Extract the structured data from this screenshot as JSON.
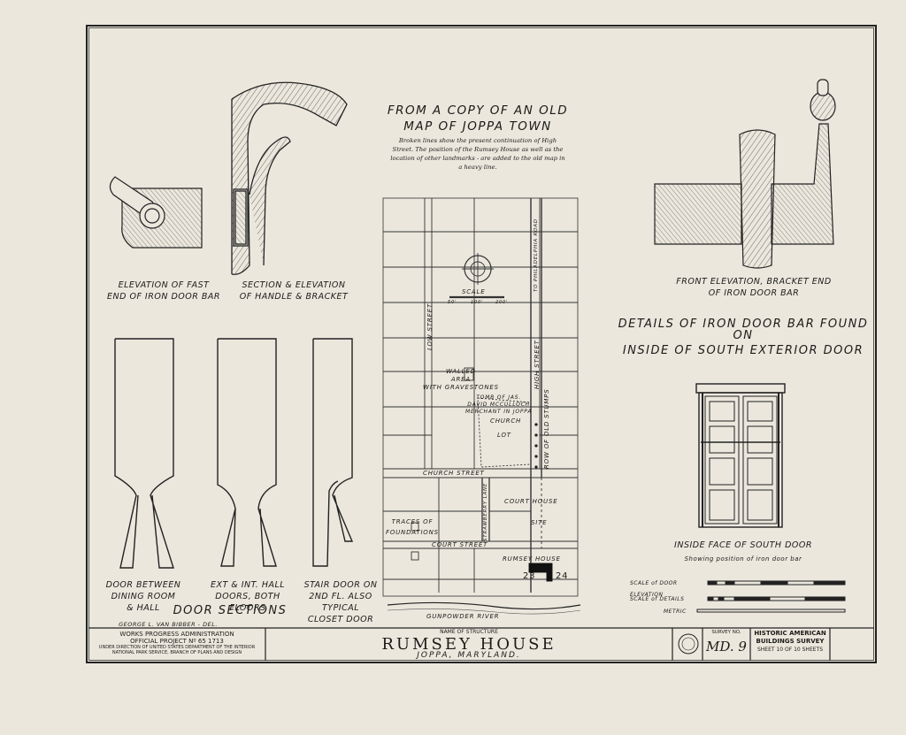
{
  "drawing": {
    "labels": {
      "fast_end": "ELEVATION OF FAST\nEND OF IRON DOOR BAR",
      "handle_bracket": "SECTION & ELEVATION\nOF HANDLE & BRACKET",
      "front_elev": "FRONT ELEVATION, BRACKET END\nOF IRON DOOR BAR",
      "details_title_1": "DETAILS OF IRON DOOR BAR FOUND ON",
      "details_title_2": "INSIDE OF SOUTH EXTERIOR DOOR",
      "door1": "DOOR BETWEEN\nDINING ROOM\n& HALL",
      "door2": "EXT & INT. HALL\nDOORS, BOTH\nFLOORS",
      "door3": "STAIR DOOR ON\n2ND FL. ALSO TYPICAL\nCLOSET DOOR",
      "door_sections": "DOOR SECTIONS",
      "delineator": "GEORGE L. VAN BIBBER - DEL.",
      "south_door": "INSIDE FACE OF SOUTH DOOR",
      "south_door_sub": "Showing position of iron door bar",
      "scale_door": "SCALE of DOOR ELEVATION",
      "scale_details": "SCALE of DETAILS",
      "metric": "METRIC"
    },
    "map": {
      "title": "FROM A COPY OF AN OLD\nMAP OF JOPPA TOWN",
      "note": "Broken lines show the present continuation of High Street. The position of the Rumsey House as well as the location of other landmarks - are added to the old map in a heavy line.",
      "scale": "SCALE",
      "scale_ticks": [
        "50'",
        "100'",
        "200'"
      ],
      "streets": {
        "low": "LOW STREET",
        "high": "HIGH STREET",
        "philadelphia": "TO PHILADELPHIA ROAD",
        "church": "CHURCH STREET",
        "court": "COURT STREET",
        "stumps": "ROW OF OLD STUMPS",
        "lane": "STRAWBERRY LANE"
      },
      "landmarks": {
        "walled": "WALLED\nAREA\nWITH GRAVESTONES",
        "tomb": "TOMB OF JAS.\nDAVID MCCULLOCH\nMERCHANT IN JOPPA",
        "church": "CHURCH",
        "lot": "LOT",
        "court_house": "COURT    HOUSE",
        "site": "SITE",
        "traces": "TRACES OF\nFOUNDATIONS",
        "rumsey": "RUMSEY  HOUSE",
        "lot23": "23",
        "lot24": "24",
        "river": "GUNPOWDER   RIVER"
      }
    }
  },
  "title_block": {
    "wpa_1": "WORKS PROGRESS ADMINISTRATION",
    "wpa_2": "OFFICIAL PROJECT Nº 65 1713",
    "wpa_3": "UNDER DIRECTION OF UNITED STATES DEPARTMENT OF THE INTERIOR",
    "wpa_4": "NATIONAL PARK SERVICE, BRANCH OF PLANS AND DESIGN",
    "name_label": "NAME OF STRUCTURE",
    "structure_name": "RUMSEY HOUSE",
    "location": "JOPPA,   MARYLAND.",
    "survey_label": "SURVEY NO.",
    "survey_no": "MD. 9",
    "habs_1": "HISTORIC AMERICAN",
    "habs_2": "BUILDINGS SURVEY",
    "sheet": "SHEET 10 OF 10 SHEETS"
  },
  "colors": {
    "paper": "#ebe7dd",
    "ink": "#1c1b18"
  }
}
